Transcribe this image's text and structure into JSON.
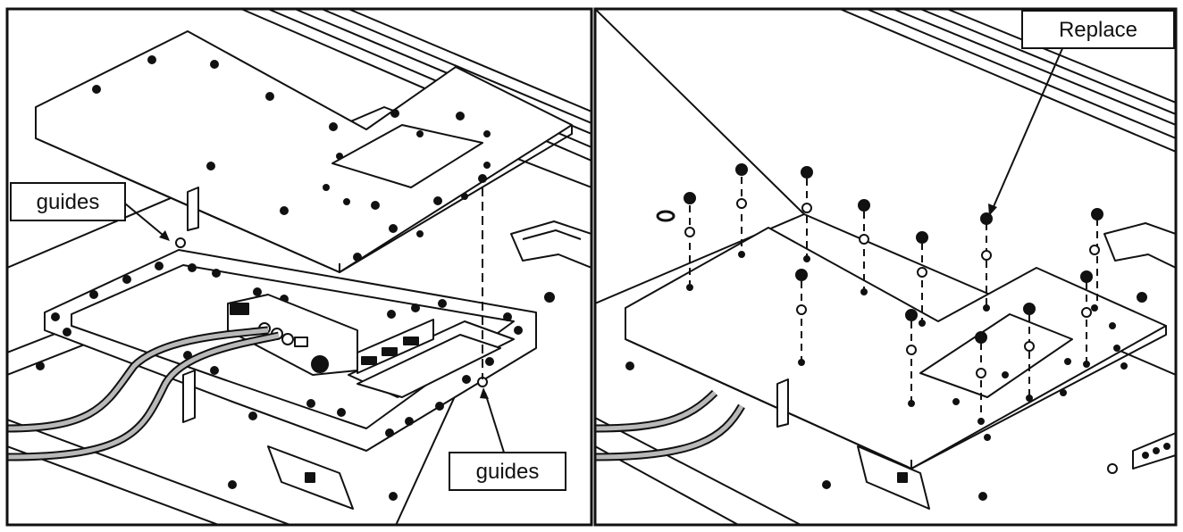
{
  "labels": {
    "guides_left": "guides",
    "guides_bottom": "guides",
    "replace": "Replace"
  },
  "colors": {
    "line": "#111111",
    "fill": "#ffffff",
    "cable": "#b9b9b9"
  }
}
